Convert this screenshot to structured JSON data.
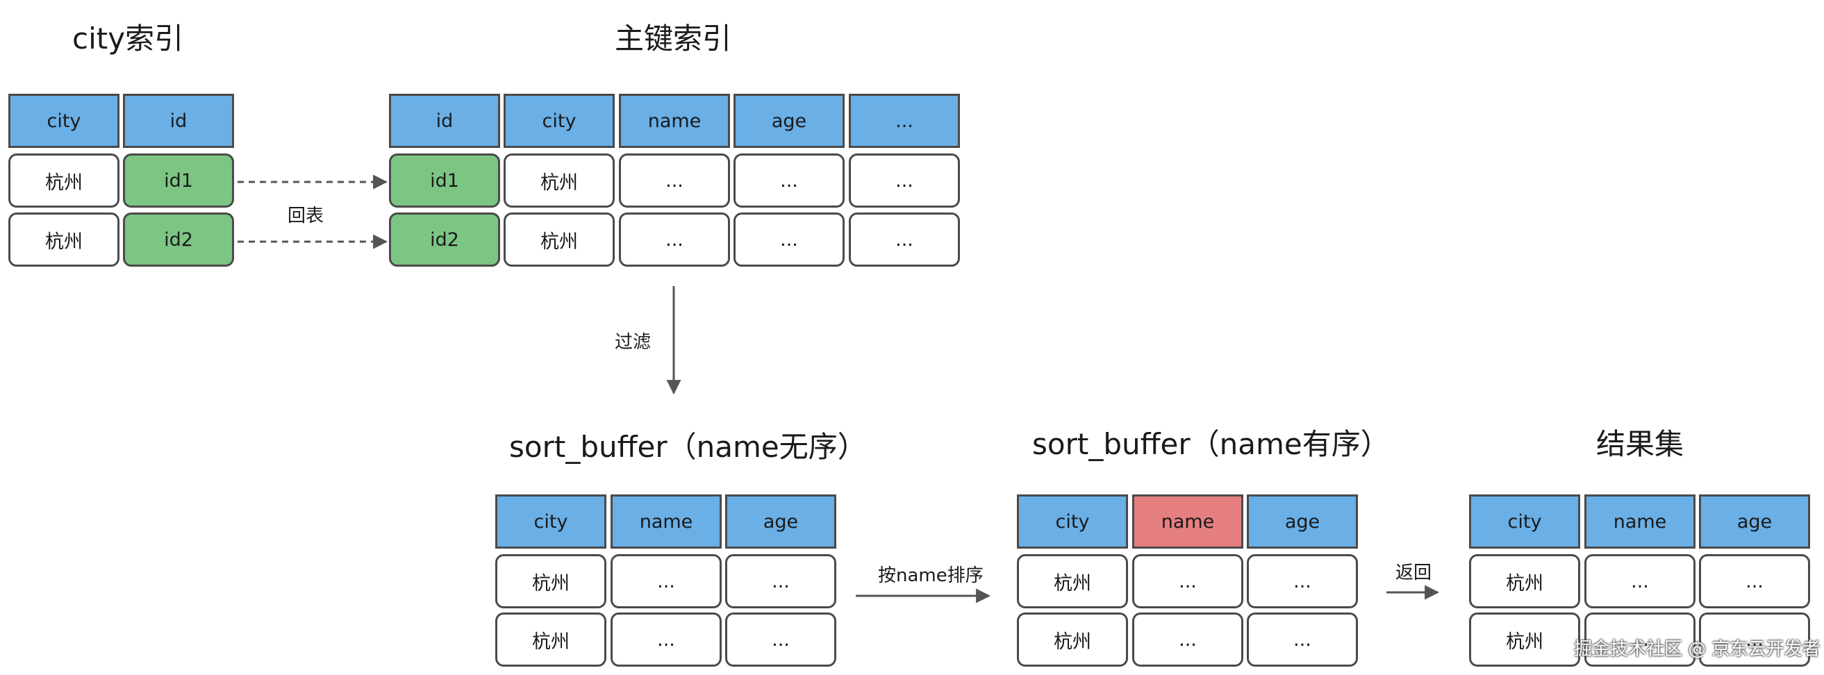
{
  "titles": {
    "city_index": "city索引",
    "primary_index": "主键索引",
    "sort_unordered": "sort_buffer（name无序）",
    "sort_ordered": "sort_buffer（name有序）",
    "result": "结果集"
  },
  "city_index": {
    "headers": [
      "city",
      "id"
    ],
    "rows": [
      [
        "杭州",
        "id1"
      ],
      [
        "杭州",
        "id2"
      ]
    ]
  },
  "primary_index": {
    "headers": [
      "id",
      "city",
      "name",
      "age",
      "..."
    ],
    "rows": [
      [
        "id1",
        "杭州",
        "...",
        "...",
        "..."
      ],
      [
        "id2",
        "杭州",
        "...",
        "...",
        "..."
      ]
    ]
  },
  "sort_unordered": {
    "headers": [
      "city",
      "name",
      "age"
    ],
    "rows": [
      [
        "杭州",
        "...",
        "..."
      ],
      [
        "杭州",
        "...",
        "..."
      ]
    ]
  },
  "sort_ordered": {
    "headers": [
      "city",
      "name",
      "age"
    ],
    "rows": [
      [
        "杭州",
        "...",
        "..."
      ],
      [
        "杭州",
        "...",
        "..."
      ]
    ]
  },
  "result": {
    "headers": [
      "city",
      "name",
      "age"
    ],
    "rows": [
      [
        "杭州",
        "...",
        "..."
      ],
      [
        "杭州",
        "...",
        "..."
      ]
    ]
  },
  "labels": {
    "back_to_table": "回表",
    "filter": "过滤",
    "sort_by_name": "按name排序",
    "return": "返回"
  },
  "watermark": "掘金技术社区 @ 京东云开发者",
  "colors": {
    "header": "#6aafe6",
    "key_cell": "#7dc583",
    "sorted_header": "#e67f7f",
    "cell": "#ffffff",
    "border": "#4a4a4a"
  }
}
